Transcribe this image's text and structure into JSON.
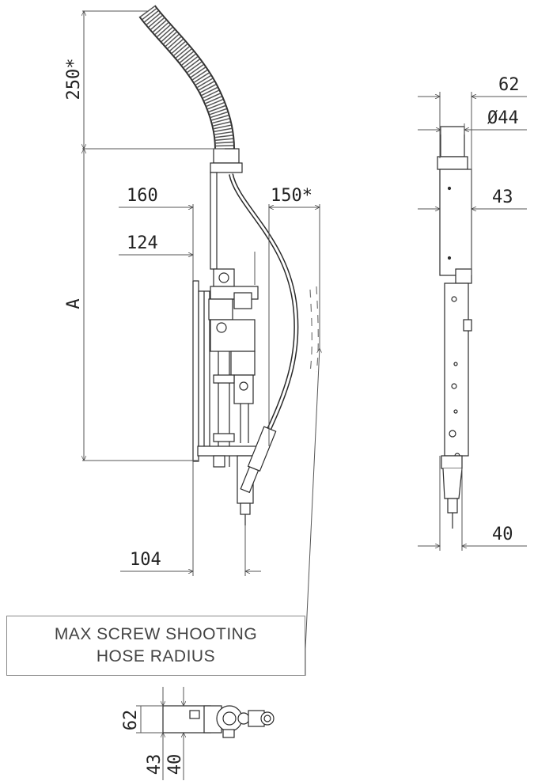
{
  "dimensions": {
    "hose_length": "250*",
    "height_a": "A",
    "width_160": "160",
    "offset_150": "150*",
    "width_124": "124",
    "width_104": "104",
    "side_62": "62",
    "side_dia44": "Ø44",
    "side_43": "43",
    "side_40": "40",
    "top_62": "62",
    "top_43": "43",
    "top_40": "40"
  },
  "caption": {
    "line1": "MAX SCREW SHOOTING",
    "line2": "HOSE RADIUS"
  },
  "colors": {
    "line": "#2a2a2a",
    "dim_line": "#555555",
    "background": "#ffffff"
  }
}
